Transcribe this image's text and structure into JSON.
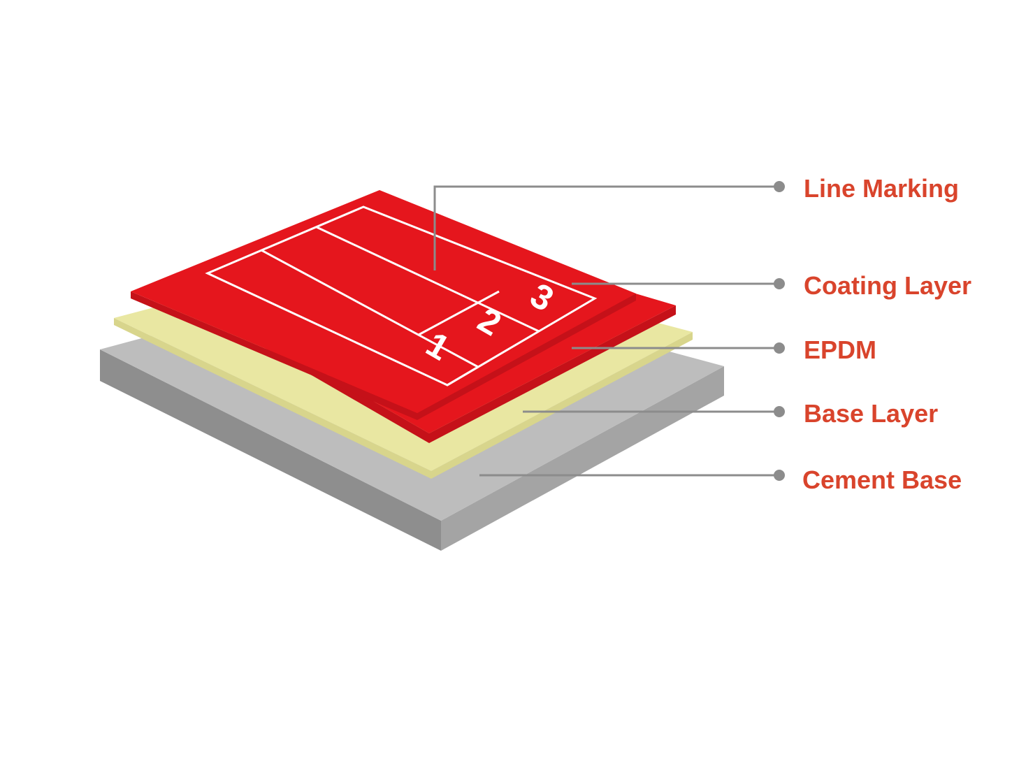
{
  "colors": {
    "red": "#e5161d",
    "red_edge": "#c51119",
    "epdm": "#e9e7a2",
    "epdm_edge": "#d8d58c",
    "cement_top": "#bdbdbd",
    "cement_front": "#8e8e8e",
    "cement_side": "#a4a4a4",
    "line_white": "#ffffff",
    "leader": "#8c8c8c",
    "label": "#d9442c"
  },
  "lanes": [
    "1",
    "2",
    "3"
  ],
  "layers": [
    {
      "id": "line-marking",
      "label": "Line Marking"
    },
    {
      "id": "coating-layer",
      "label": "Coating Layer"
    },
    {
      "id": "epdm",
      "label": "EPDM"
    },
    {
      "id": "base-layer",
      "label": "Base Layer"
    },
    {
      "id": "cement-base",
      "label": "Cement Base"
    }
  ]
}
